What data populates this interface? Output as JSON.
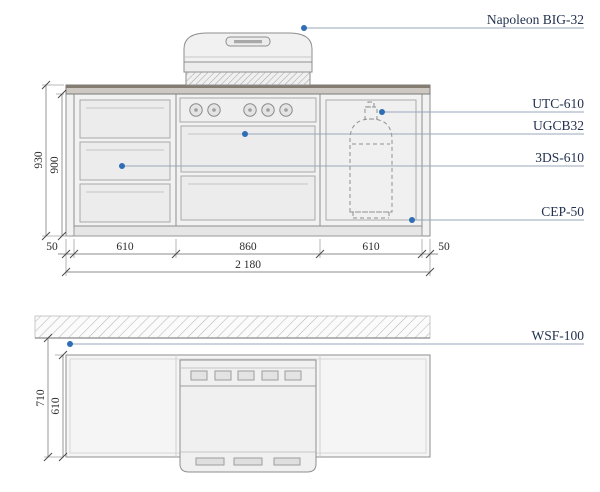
{
  "drawing": {
    "colors": {
      "leader_dot": "#2f6db5",
      "label_text": "#23324f"
    },
    "front_view": {
      "part_labels": {
        "grill_head": "Napoleon BIG-32",
        "utility_cabinet": "UTC-610",
        "grill_cabinet": "UGCB32",
        "drawer_cabinet": "3DS-610",
        "end_panel": "CEP-50"
      },
      "dimensions": {
        "total_height": "930",
        "cabinet_height": "900",
        "left_end": "50",
        "left_cabinet": "610",
        "center_cabinet": "860",
        "right_cabinet": "610",
        "right_end": "50",
        "total_width": "2 180"
      }
    },
    "top_view": {
      "part_labels": {
        "wall_spacer": "WSF-100"
      },
      "dimensions": {
        "wall_to_front": "710",
        "counter_depth": "610"
      }
    }
  }
}
